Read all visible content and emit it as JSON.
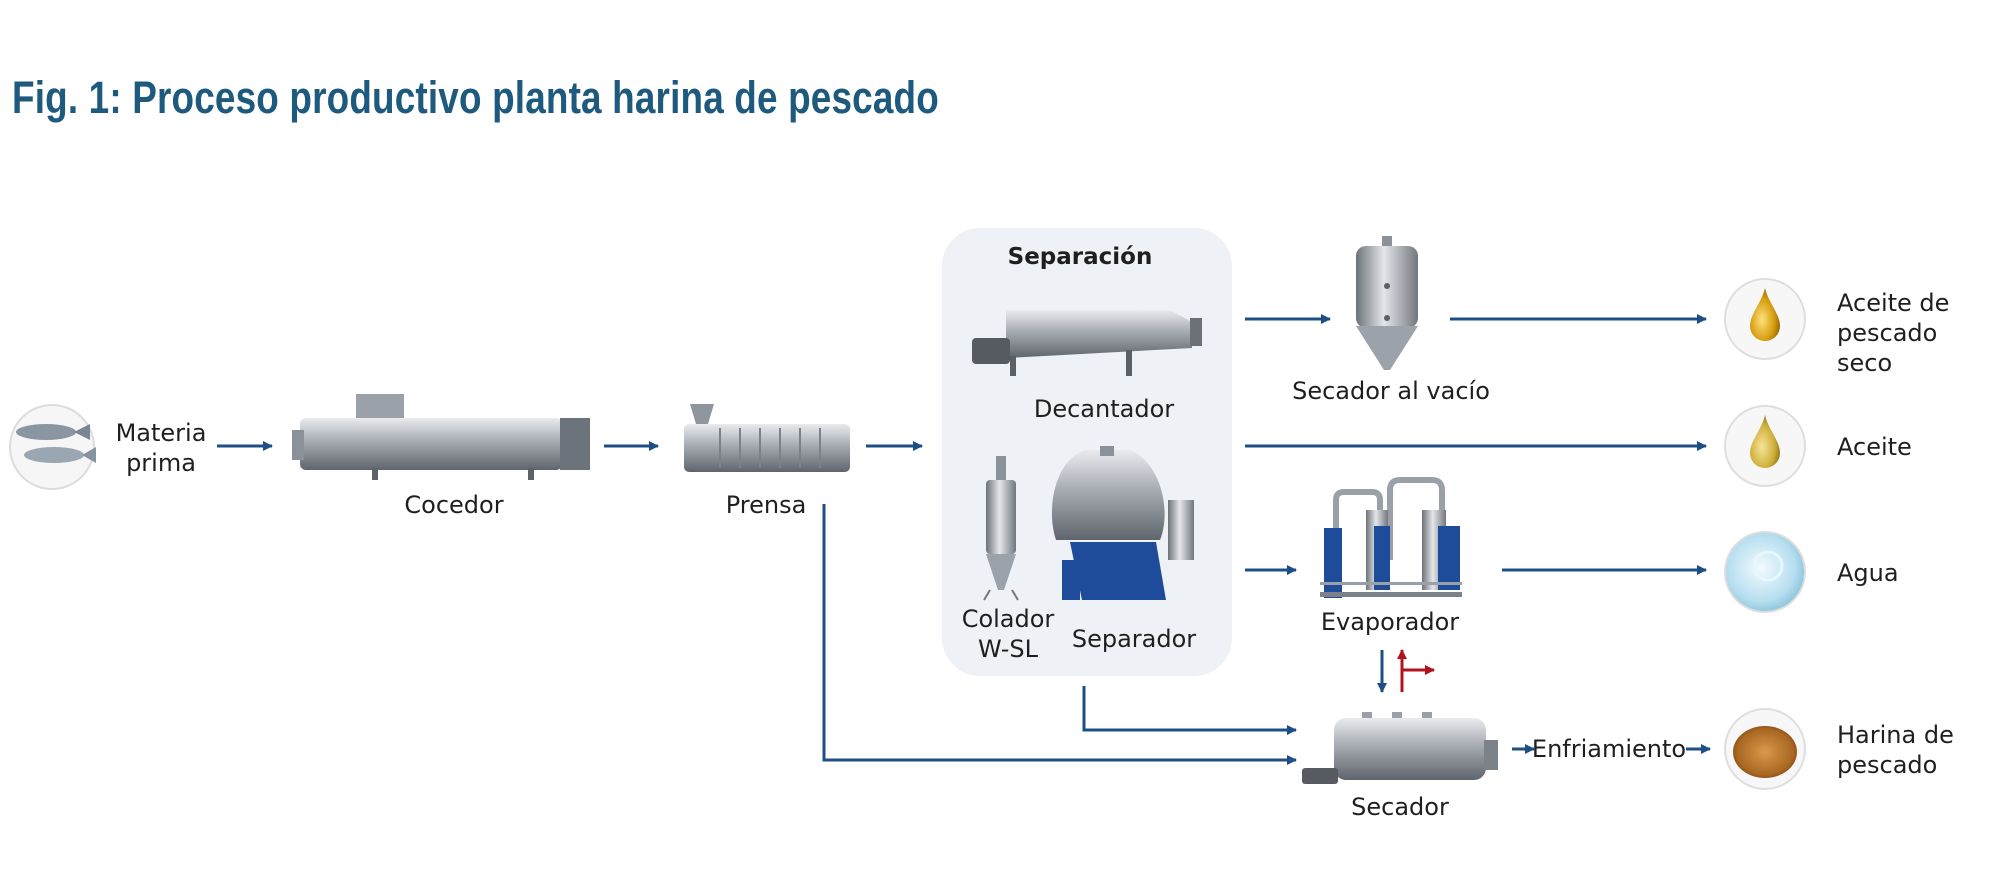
{
  "figure": {
    "title": "Fig. 1: Proceso productivo planta harina de pescado"
  },
  "group": {
    "label": "Separación"
  },
  "steps": {
    "materia_prima": "Materia\nprima",
    "cocedor": "Cocedor",
    "prensa": "Prensa",
    "decantador": "Decantador",
    "colador": "Colador\nW-SL",
    "separador": "Separador",
    "secador_vacio": "Secador al vacío",
    "evaporador": "Evaporador",
    "secador": "Secador",
    "enfriamiento": "Enfriamiento"
  },
  "outputs": {
    "aceite_seco": "Aceite de\npescado seco",
    "aceite": "Aceite",
    "agua": "Agua",
    "harina": "Harina de\npescado"
  },
  "colors": {
    "flow": "#1d4f85",
    "return": "#b0141c",
    "title": "#1d5a7e",
    "group_bg": "#eef1f5",
    "equipment_blue": "#1e4c9a"
  }
}
